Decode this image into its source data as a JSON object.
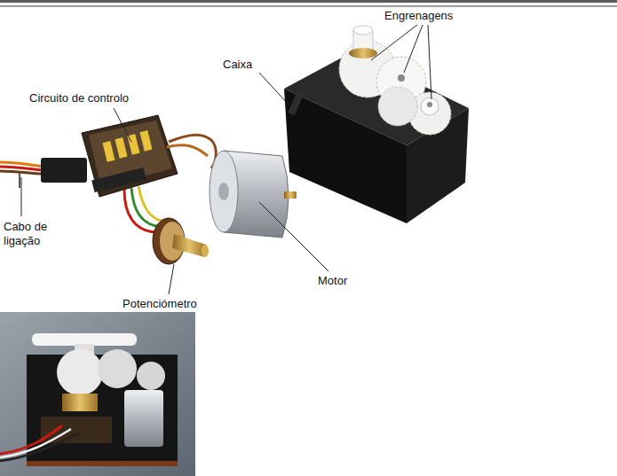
{
  "diagram": {
    "labels": [
      "Engrenagens",
      "Caixa",
      "Circuito de controlo",
      "Cabo de ligação",
      "Motor",
      "Potenciómetro"
    ]
  }
}
